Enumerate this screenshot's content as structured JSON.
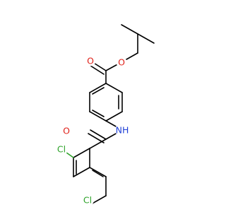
{
  "molecule": {
    "colors": {
      "bond": "#000000",
      "oxygen": "#e0231c",
      "nitrogen": "#1f3fd6",
      "chlorine": "#2ea32a",
      "background": "#ffffff"
    },
    "atom_labels": {
      "carbonyl_oxygen_top": "O",
      "ester_oxygen": "O",
      "amide_nitrogen": "NH",
      "amide_oxygen": "O",
      "chlorine_ortho": "Cl",
      "chlorine_para": "Cl"
    }
  }
}
